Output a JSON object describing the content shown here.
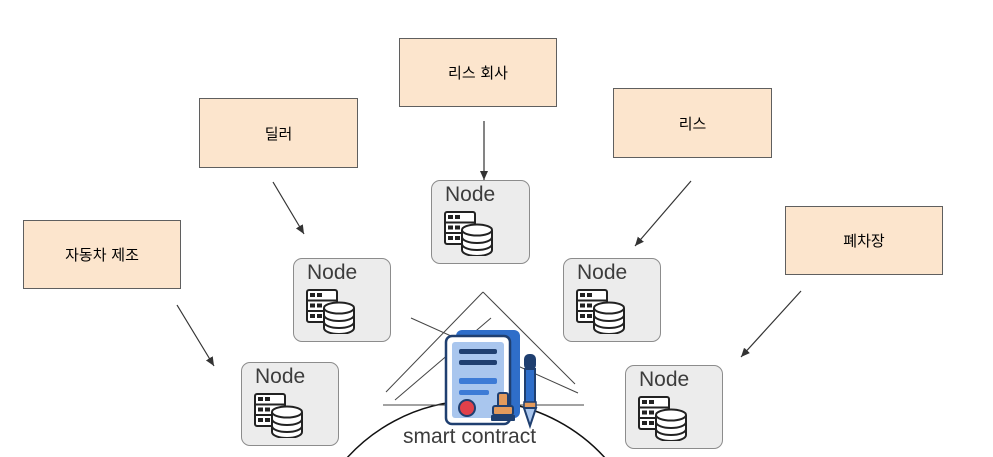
{
  "participants": {
    "lease_company": "리스 회사",
    "dealer": "딜러",
    "lease": "리스",
    "manufacturer": "자동차 제조",
    "scrapyard": "폐차장"
  },
  "nodes": {
    "label": "Node"
  },
  "contract": {
    "label": "smart contract"
  },
  "colors": {
    "participant_fill": "#fce5cd",
    "node_fill": "#ececec",
    "document_blue": "#2f6ec9",
    "seal_red": "#e0404a"
  },
  "icons": [
    "server-database-icon",
    "contract-document-icon",
    "fountain-pen-icon",
    "stamp-icon"
  ]
}
